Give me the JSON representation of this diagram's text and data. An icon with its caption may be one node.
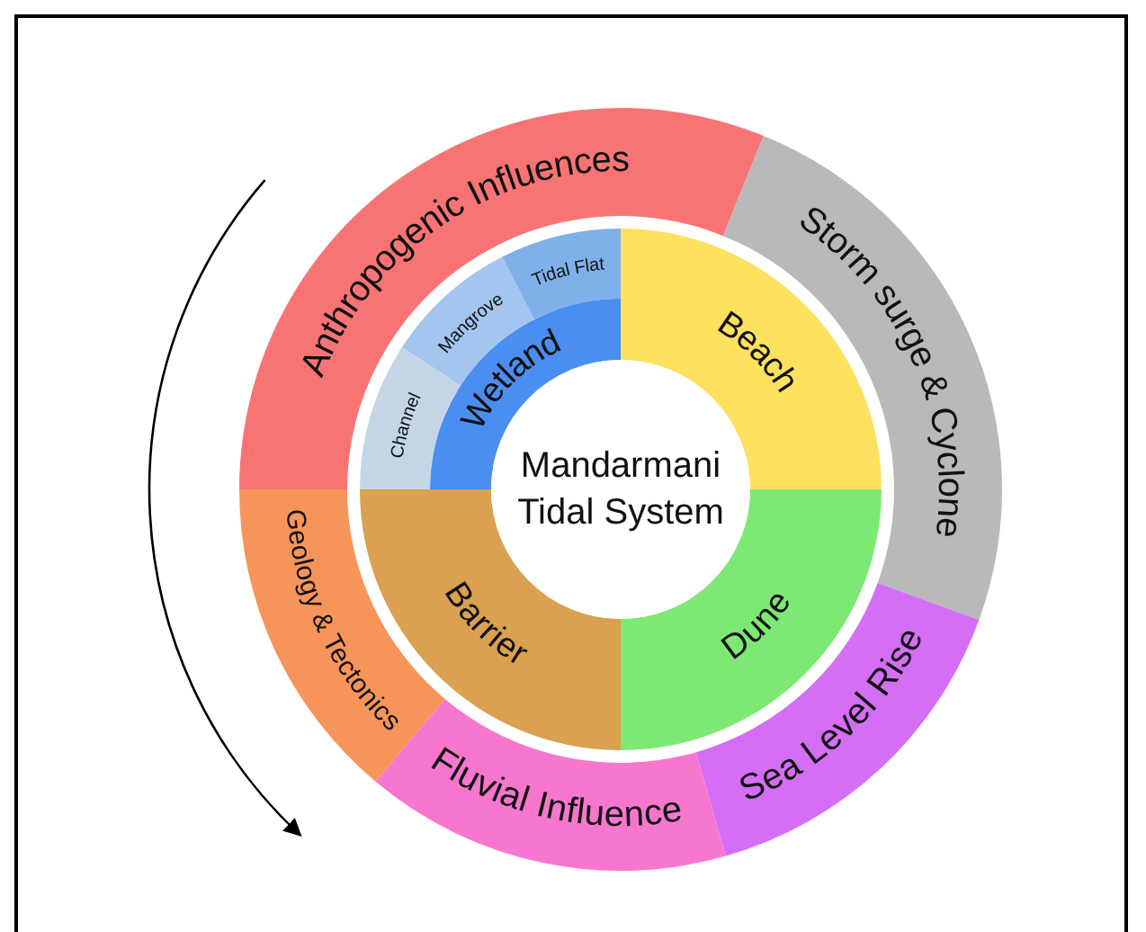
{
  "diagram": {
    "nodes": [
      {
        "text": [
          "Anthropogenic Influences"
        ]
      },
      {
        "text": [
          "Storm surge & Cyclone"
        ]
      },
      {
        "text": [
          "Sea Level Rise"
        ]
      },
      {
        "text": [
          "Fluvial Influence"
        ]
      },
      {
        "text": [
          "Geology & Tectonics"
        ]
      },
      {
        "text": [
          "Channel"
        ]
      },
      {
        "text": [
          "Mangrove"
        ]
      },
      {
        "text": [
          "Tidal Flat"
        ]
      },
      {
        "text": [
          "Wetland"
        ]
      },
      {
        "text": [
          "Beach"
        ]
      },
      {
        "text": [
          "Dune"
        ]
      },
      {
        "text": [
          "Barrier"
        ]
      },
      {
        "text": [
          "Mandarmani Tidal System"
        ]
      }
    ]
  }
}
